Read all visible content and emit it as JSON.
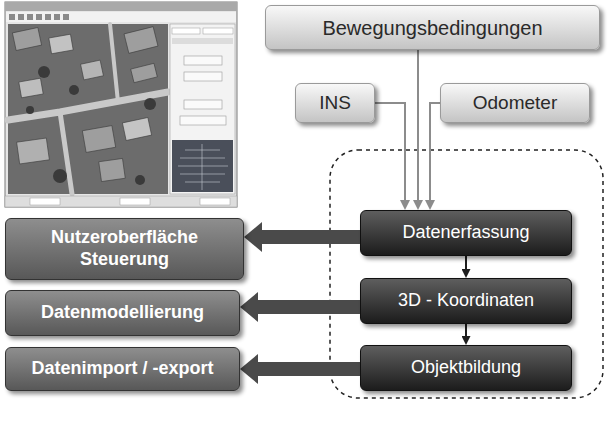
{
  "diagram": {
    "nodes": [
      {
        "text": [
          "Bewegungsbedingungen"
        ]
      },
      {
        "text": [
          "INS"
        ]
      },
      {
        "text": [
          "Odometer"
        ]
      },
      {
        "text": [
          "Datenerfassung"
        ]
      },
      {
        "text": [
          "3D - Koordinaten"
        ]
      },
      {
        "text": [
          "Objektbildung"
        ]
      },
      {
        "text": [
          "Nutzeroberfläche Steuerung"
        ]
      },
      {
        "text": [
          "Datenmodellierung"
        ]
      },
      {
        "text": [
          "Datenimport / -export"
        ]
      }
    ],
    "edges": [
      {
        "from": 0,
        "to": 3,
        "arrow": "to"
      },
      {
        "from": 1,
        "to": 3,
        "arrow": "to"
      },
      {
        "from": 2,
        "to": 3,
        "arrow": "to"
      },
      {
        "from": 3,
        "to": 4,
        "arrow": "to"
      },
      {
        "from": 4,
        "to": 5,
        "arrow": "to"
      },
      {
        "from": 3,
        "to": 6,
        "arrow": "to"
      },
      {
        "from": 4,
        "to": 7,
        "arrow": "to"
      },
      {
        "from": 5,
        "to": 8,
        "arrow": "to"
      }
    ]
  }
}
